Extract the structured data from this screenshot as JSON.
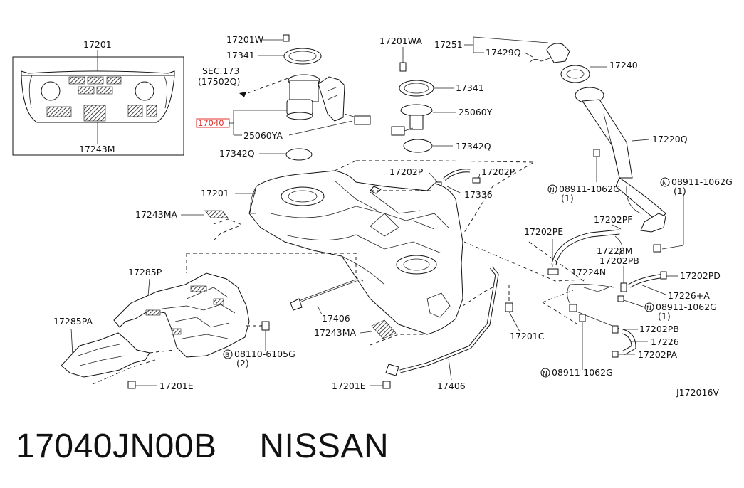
{
  "footer": {
    "part_number": "17040JN00B",
    "brand": "NISSAN"
  },
  "diagram_code": "J172016V",
  "callouts": {
    "inset_title": "17201",
    "inset_bottom": "17243M",
    "c17201W": "17201W",
    "c17341_left": "17341",
    "sec_line1": "SEC.173",
    "sec_line2": "(17502Q)",
    "highlight": "17040",
    "c25060YA": "25060YA",
    "c17342Q_left": "17342Q",
    "c17201WA": "17201WA",
    "c17251": "17251",
    "c17429Q": "17429Q",
    "c17240": "17240",
    "c17341_right": "17341",
    "c25060Y": "25060Y",
    "c17342Q_right": "17342Q",
    "c17220Q": "17220Q",
    "c17202P_a": "17202P",
    "c17202P_b": "17202P",
    "c17336": "17336",
    "c17201_tank": "17201",
    "c17243MA_top": "17243MA",
    "n1_code": "08911-1062G",
    "n1_qty": "(1)",
    "n2_code": "08911-1062G",
    "n2_qty": "(1)",
    "c17202PF": "17202PF",
    "c17202PE": "17202PE",
    "c17228M": "17228M",
    "c17202PB_top": "17202PB",
    "c17224N": "17224N",
    "c17202PD": "17202PD",
    "c17226A": "17226+A",
    "n3_code": "08911-1062G",
    "n3_qty": "(1)",
    "c17202PB_bot": "17202PB",
    "c17226": "17226",
    "c17202PA": "17202PA",
    "n4_code": "08911-1062G",
    "c17285P": "17285P",
    "c17285PA": "17285PA",
    "c17406_mid": "17406",
    "c17243MA_bot": "17243MA",
    "c17201C": "17201C",
    "b_code": "08110-6105G",
    "b_qty": "(2)",
    "c17201E_left": "17201E",
    "c17201E_right": "17201E",
    "c17406_bot": "17406",
    "marker_n": "N",
    "marker_b": "B"
  },
  "colors": {
    "highlight": "#e0302c",
    "ink": "#111111"
  }
}
